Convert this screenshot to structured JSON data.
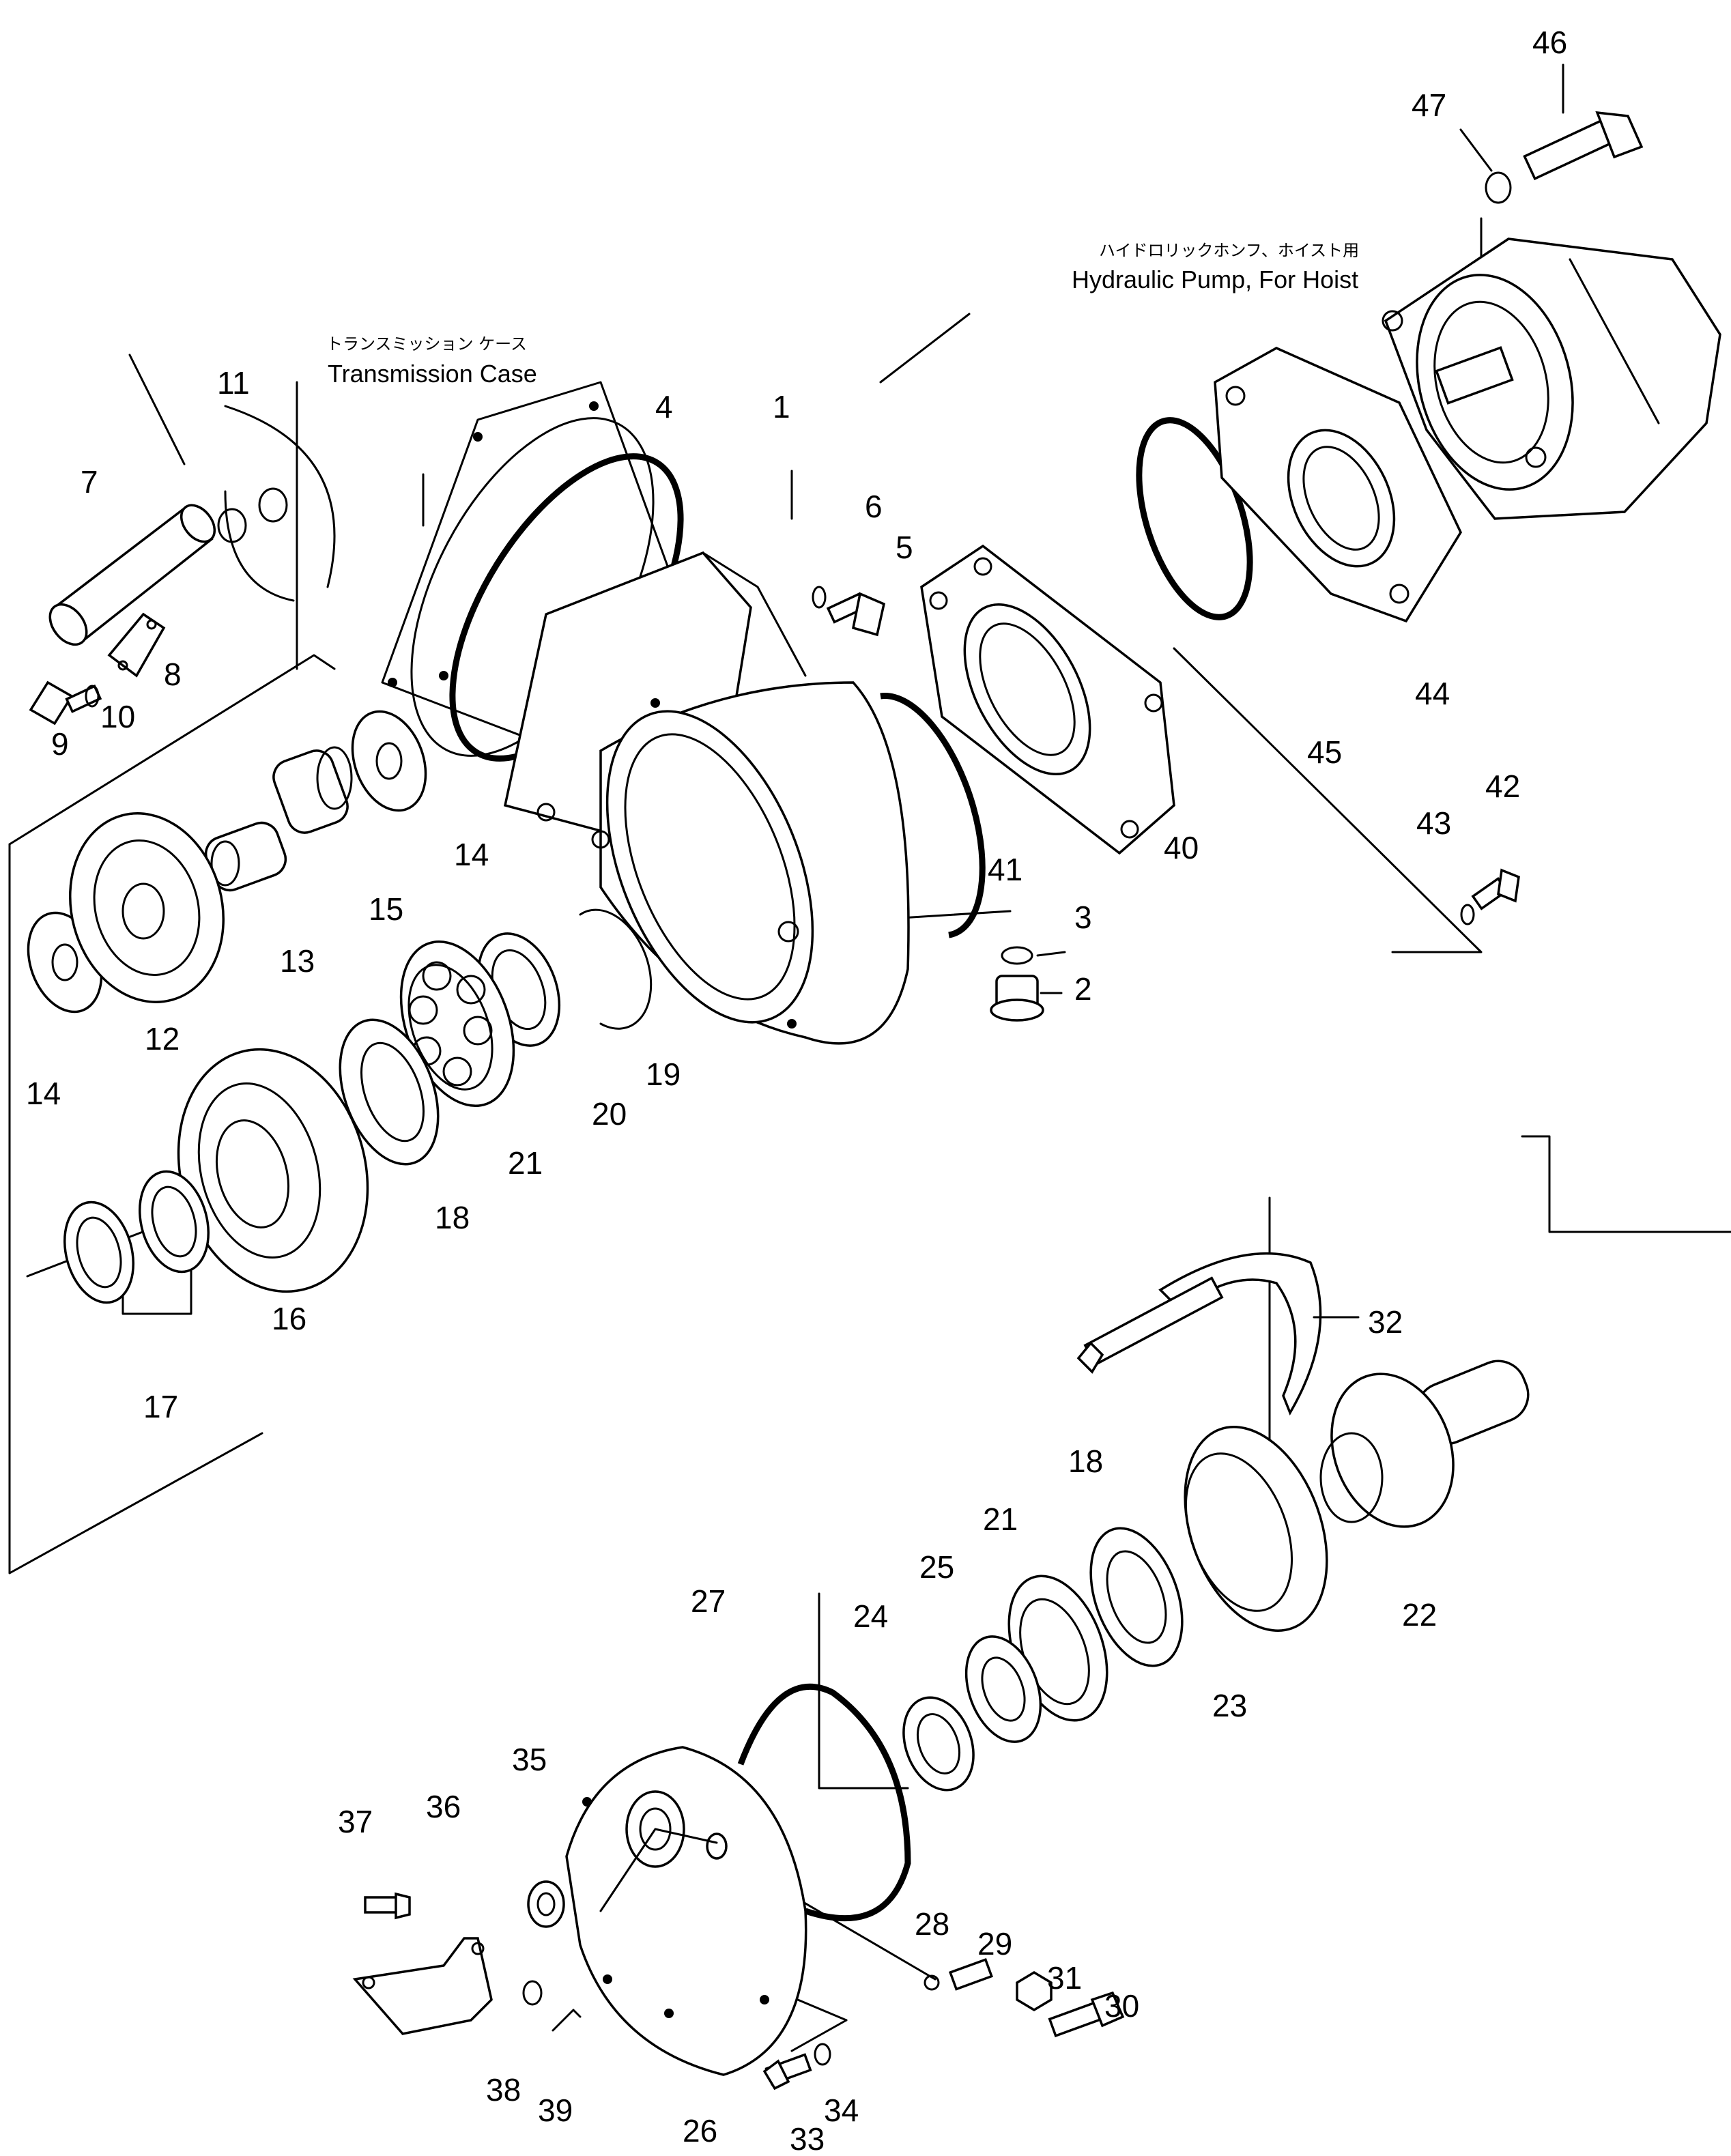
{
  "annotations": {
    "pump_jp": "ハイドロリックホンフ、ホイスト用",
    "pump_en": "Hydraulic Pump, For Hoist",
    "case_jp": "トランスミッション ケース",
    "case_en": "Transmission Case"
  },
  "parts": [
    {
      "id": "p46",
      "text": "46"
    },
    {
      "id": "p47",
      "text": "47"
    },
    {
      "id": "p11",
      "text": "11"
    },
    {
      "id": "p4",
      "text": "4"
    },
    {
      "id": "p1",
      "text": "1"
    },
    {
      "id": "p7",
      "text": "7"
    },
    {
      "id": "p6",
      "text": "6"
    },
    {
      "id": "p5",
      "text": "5"
    },
    {
      "id": "p8",
      "text": "8"
    },
    {
      "id": "p9",
      "text": "9"
    },
    {
      "id": "p10",
      "text": "10"
    },
    {
      "id": "p44",
      "text": "44"
    },
    {
      "id": "p45",
      "text": "45"
    },
    {
      "id": "p42",
      "text": "42"
    },
    {
      "id": "p43",
      "text": "43"
    },
    {
      "id": "p14a",
      "text": "14"
    },
    {
      "id": "p15",
      "text": "15"
    },
    {
      "id": "p13",
      "text": "13"
    },
    {
      "id": "p41",
      "text": "41"
    },
    {
      "id": "p40",
      "text": "40"
    },
    {
      "id": "p3",
      "text": "3"
    },
    {
      "id": "p2",
      "text": "2"
    },
    {
      "id": "p12",
      "text": "12"
    },
    {
      "id": "p14b",
      "text": "14"
    },
    {
      "id": "p19",
      "text": "19"
    },
    {
      "id": "p20",
      "text": "20"
    },
    {
      "id": "p21a",
      "text": "21"
    },
    {
      "id": "p18a",
      "text": "18"
    },
    {
      "id": "p16",
      "text": "16"
    },
    {
      "id": "p17",
      "text": "17"
    },
    {
      "id": "p32",
      "text": "32"
    },
    {
      "id": "p18b",
      "text": "18"
    },
    {
      "id": "p21b",
      "text": "21"
    },
    {
      "id": "p25",
      "text": "25"
    },
    {
      "id": "p27",
      "text": "27"
    },
    {
      "id": "p24",
      "text": "24"
    },
    {
      "id": "p22",
      "text": "22"
    },
    {
      "id": "p23",
      "text": "23"
    },
    {
      "id": "p35",
      "text": "35"
    },
    {
      "id": "p37",
      "text": "37"
    },
    {
      "id": "p36",
      "text": "36"
    },
    {
      "id": "p28",
      "text": "28"
    },
    {
      "id": "p29",
      "text": "29"
    },
    {
      "id": "p31",
      "text": "31"
    },
    {
      "id": "p30",
      "text": "30"
    },
    {
      "id": "p38",
      "text": "38"
    },
    {
      "id": "p39",
      "text": "39"
    },
    {
      "id": "p26",
      "text": "26"
    },
    {
      "id": "p33",
      "text": "33"
    },
    {
      "id": "p34",
      "text": "34"
    }
  ]
}
